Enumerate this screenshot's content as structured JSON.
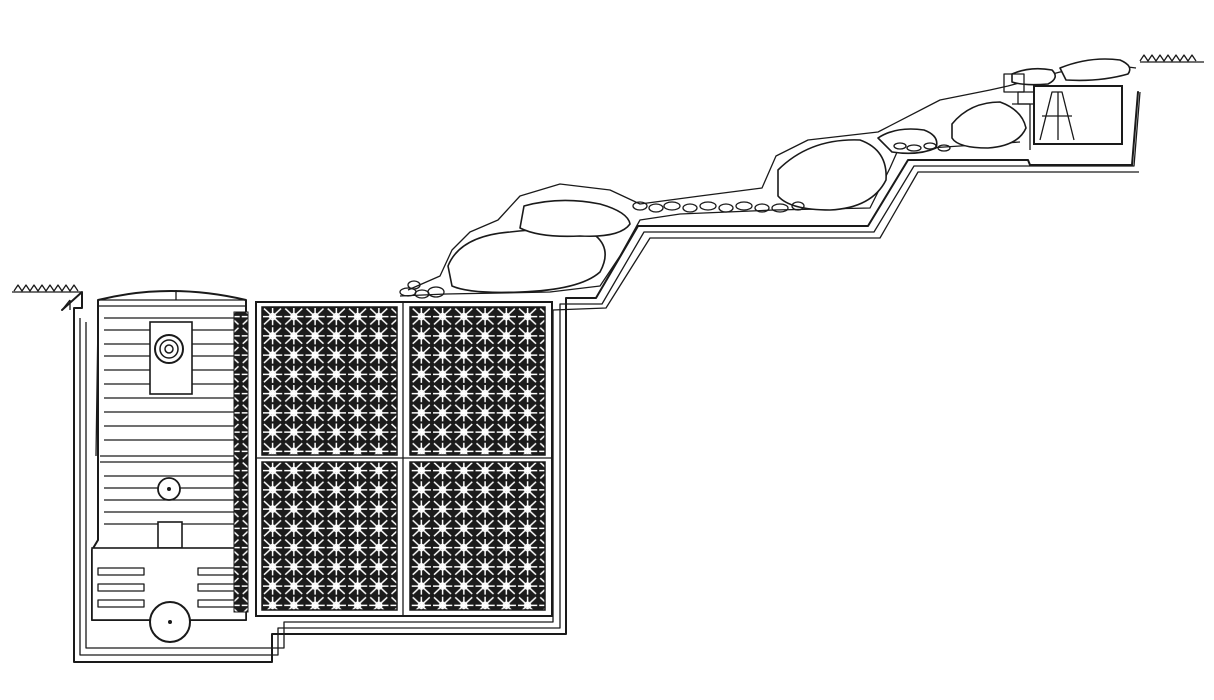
{
  "diagram": {
    "kind": "pondless-waterfall-cross-section",
    "labels": [],
    "components": [
      {
        "id": "ground-left",
        "icon": "ground-surface-icon"
      },
      {
        "id": "ground-right",
        "icon": "ground-surface-icon"
      },
      {
        "id": "pump-vault",
        "icon": "pump-vault-icon"
      },
      {
        "id": "matrix-block-top-left",
        "icon": "matrix-block-icon"
      },
      {
        "id": "matrix-block-top-right",
        "icon": "matrix-block-icon"
      },
      {
        "id": "matrix-block-bottom-left",
        "icon": "matrix-block-icon"
      },
      {
        "id": "matrix-block-bottom-right",
        "icon": "matrix-block-icon"
      },
      {
        "id": "stream-bed",
        "icon": "stream-rock-icon"
      },
      {
        "id": "waterfall-spillway-box",
        "icon": "spillway-box-icon"
      }
    ],
    "colors": {
      "line": "#1a1a1a",
      "background": "#ffffff",
      "matrix": "#1b1b1b"
    }
  }
}
